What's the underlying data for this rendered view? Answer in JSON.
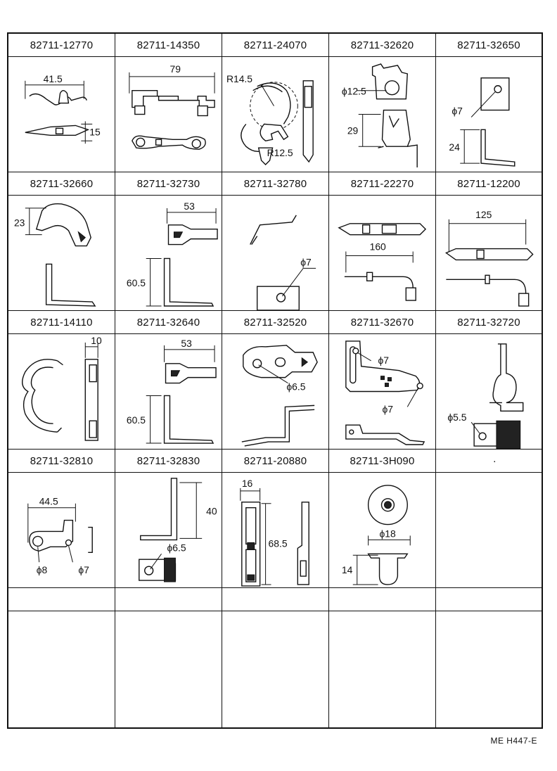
{
  "parts": [
    {
      "part_no": "82711-12770",
      "dims": [
        "41.5",
        "15"
      ]
    },
    {
      "part_no": "82711-14350",
      "dims": [
        "79"
      ]
    },
    {
      "part_no": "82711-24070",
      "dims": [
        "R14.5",
        "R12.5"
      ]
    },
    {
      "part_no": "82711-32620",
      "dims": [
        "ϕ12.5",
        "29"
      ]
    },
    {
      "part_no": "82711-32650",
      "dims": [
        "ϕ7",
        "24"
      ]
    },
    {
      "part_no": "82711-32660",
      "dims": [
        "23"
      ]
    },
    {
      "part_no": "82711-32730",
      "dims": [
        "53",
        "60.5"
      ]
    },
    {
      "part_no": "82711-32780",
      "dims": [
        "ϕ7"
      ]
    },
    {
      "part_no": "82711-22270",
      "dims": [
        "160"
      ]
    },
    {
      "part_no": "82711-12200",
      "dims": [
        "125"
      ]
    },
    {
      "part_no": "82711-14110",
      "dims": [
        "10"
      ]
    },
    {
      "part_no": "82711-32640",
      "dims": [
        "53",
        "60.5"
      ]
    },
    {
      "part_no": "82711-32520",
      "dims": [
        "ϕ6.5"
      ]
    },
    {
      "part_no": "82711-32670",
      "dims": [
        "ϕ7",
        "ϕ7"
      ]
    },
    {
      "part_no": "82711-32720",
      "dims": [
        "ϕ5.5"
      ]
    },
    {
      "part_no": "82711-32810",
      "dims": [
        "44.5",
        "ϕ8",
        "ϕ7"
      ]
    },
    {
      "part_no": "82711-32830",
      "dims": [
        "40",
        "ϕ6.5"
      ]
    },
    {
      "part_no": "82711-20880",
      "dims": [
        "16",
        "68.5"
      ]
    },
    {
      "part_no": "82711-3H090",
      "dims": [
        "ϕ18",
        "14"
      ]
    },
    {
      "part_no": "·",
      "dims": []
    }
  ],
  "footer_code": "ME  H447-E"
}
